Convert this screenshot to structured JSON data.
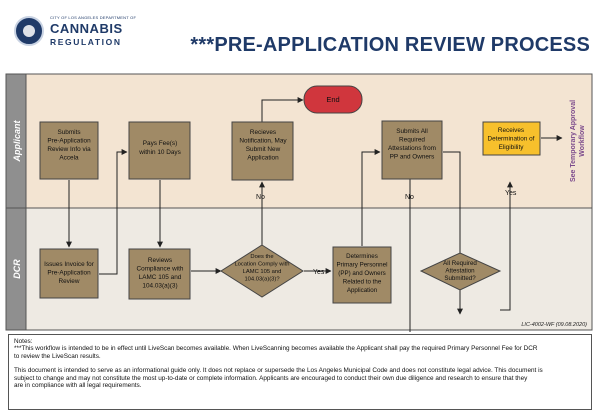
{
  "logo": {
    "city_line": "CITY OF LOS ANGELES DEPARTMENT OF",
    "name": "CANNABIS",
    "sub": "REGULATION"
  },
  "title": "***PRE-APPLICATION REVIEW PROCESS",
  "lanes": {
    "applicant": "Applicant",
    "dcr": "DCR"
  },
  "nodes": {
    "submit_info": [
      "Submits",
      "Pre-Application",
      "Review Info  via",
      "Accela"
    ],
    "pays_fees": [
      "Pays Fee(s)",
      "within 10 Days"
    ],
    "receives_notification": [
      "Recieves",
      "Notification, May",
      "Submit New",
      "Application"
    ],
    "end": "End",
    "submits_attestations": [
      "Submits All",
      "Required",
      "Attestations from",
      "PP and Owners"
    ],
    "receives_determination": [
      "Receives",
      "Determination of",
      "Eligibility"
    ],
    "issues_invoice": [
      "Issues Invoice for",
      "Pre-Application",
      "Review"
    ],
    "reviews_compliance": [
      "Reviews",
      "Compliance with",
      "LAMC 105 and",
      "104.03(a)(3)"
    ],
    "decision_location": [
      "Does the",
      "Location Comply with",
      "LAMC 105 and",
      "104.03(a)(3)?"
    ],
    "determines_personnel": [
      "Determines",
      "Primary Personnel",
      "(PP) and Owners",
      "Related to the",
      "Application"
    ],
    "decision_attestation": [
      "All Required",
      "Attestation",
      "Submitted?"
    ]
  },
  "edge_labels": {
    "yes_location": "Yes",
    "no_location": "No",
    "no_attestation": "No",
    "yes_attestation": "Yes"
  },
  "side_note": [
    "See Temporary Approval",
    "Workflow"
  ],
  "form_id": "LIC-4002-WF (09.08.2020)",
  "notes": {
    "heading": "Notes:",
    "p1_lines": [
      "***This workflow is intended to be in effect until LiveScan becomes available.  When LiveScanning becomes available the Applicant shall pay the required Primary Personnel Fee for DCR",
      "to review the LiveScan results."
    ],
    "p2_lines": [
      "This document is intended to serve as an informational guide only. It does not replace or supersede the Los Angeles Municipal Code and does not constitute legal advice. This document is",
      "subject to change and may not constitute the most up-to-date or complete information.  Applicants are encouraged to conduct their own due diligence and research to ensure that they",
      "are in compliance with all legal requirements."
    ]
  },
  "colors": {
    "navy": "#1f3a68",
    "applicant_lane": "#f3e4d2",
    "dcr_lane": "#eeeae3",
    "lane_header": "#8f8f8f",
    "process_box": "#a08a66",
    "highlight_box": "#f7c02c",
    "end_oval": "#d0363d",
    "side_text": "#7b4a8c"
  }
}
